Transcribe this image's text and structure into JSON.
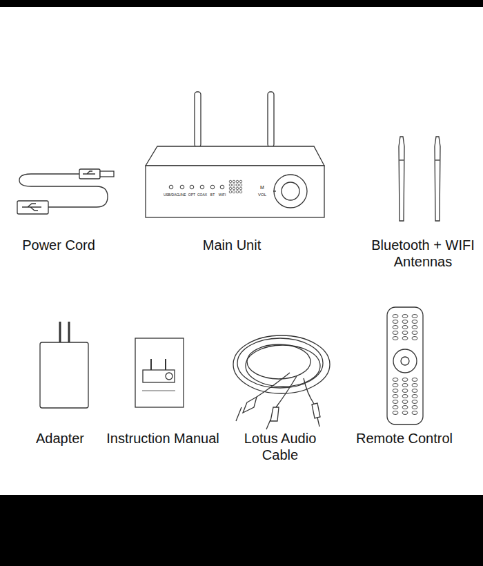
{
  "diagram": {
    "labels": [
      "USB/DAC",
      "LINE",
      "OPT",
      "COAX",
      "BT",
      "WIFI",
      "M",
      "VOL",
      "Power Cord",
      "Main Unit",
      "Bluetooth + WIFI Antennas",
      "Adapter",
      "Instruction Manual",
      "Lotus Audio Cable",
      "Remote Control"
    ]
  }
}
